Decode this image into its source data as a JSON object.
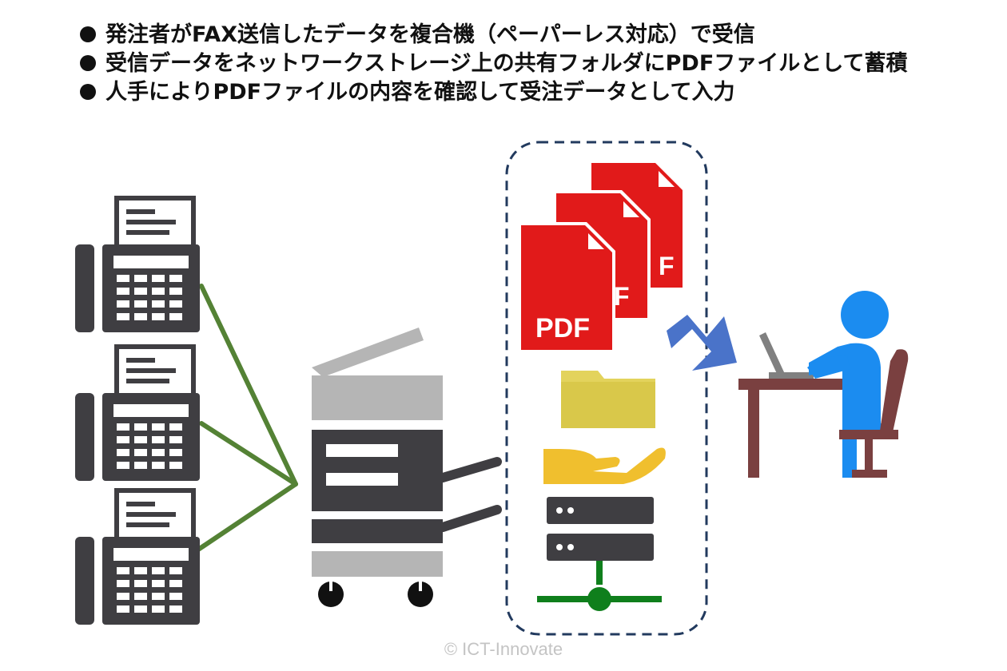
{
  "bullets": [
    "発注者がFAX送信したデータを複合機（ペーパーレス対応）で受信",
    "受信データをネットワークストレージ上の共有フォルダにPDFファイルとして蓄積",
    "人手によりPDFファイルの内容を確認して受注データとして入力"
  ],
  "pdf_icon": {
    "front_label": "PDF",
    "back_label": "F"
  },
  "credit": "© ICT-Innovate",
  "colors": {
    "line_green": "#548235",
    "machine_dark": "#3f3e42",
    "machine_gray": "#b5b5b5",
    "pdf_red": "#e11a1a",
    "folder_yellow": "#e3d35c",
    "hand_yellow": "#f0bf2e",
    "server_dark": "#3f3e42",
    "network_green": "#0f7f1c",
    "arrow_blue": "#4a73c9",
    "person_blue": "#1b8cf0",
    "desk_brown": "#7a4040",
    "laptop_gray": "#808080"
  }
}
